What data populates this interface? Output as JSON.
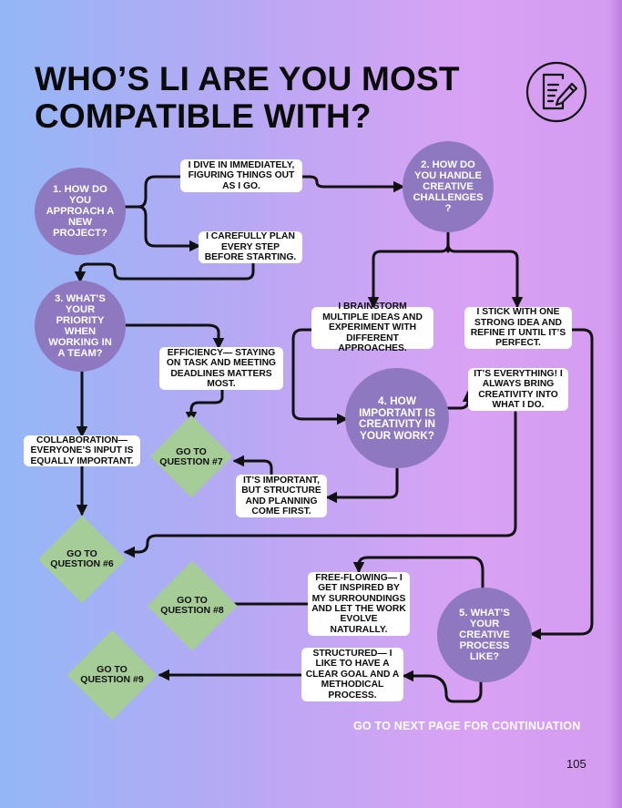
{
  "title": {
    "line1": "WHO’S LI ARE YOU MOST",
    "line2": "COMPATIBLE WITH?"
  },
  "icon": "document-pen-icon",
  "questions": {
    "q1": "1. HOW DO YOU APPROACH A NEW PROJECT?",
    "q2": "2. HOW DO YOU HANDLE CREATIVE CHALLENGES ?",
    "q3": "3. WHAT’S YOUR PRIORITY WHEN WORKING IN A TEAM?",
    "q4": "4. HOW IMPORTANT IS CREATIVITY IN YOUR WORK?",
    "q5": "5. WHAT’S YOUR CREATIVE PROCESS LIKE?"
  },
  "answers": {
    "a1a": "I DIVE IN IMMEDIATELY, FIGURING THINGS OUT AS I GO.",
    "a1b": "I CAREFULLY PLAN EVERY STEP BEFORE STARTING.",
    "a2a": "I BRAINSTORM MULTIPLE IDEAS AND EXPERIMENT WITH DIFFERENT APPROACHES.",
    "a2b": "I STICK WITH ONE STRONG IDEA AND REFINE IT UNTIL IT’S PERFECT.",
    "a3a": "EFFICIENCY— STAYING ON TASK AND MEETING DEADLINES MATTERS MOST.",
    "a3b": "COLLABORATION— EVERYONE’S INPUT IS EQUALLY IMPORTANT.",
    "a4a": "IT’S EVERYTHING! I ALWAYS BRING CREATIVITY INTO WHAT I DO.",
    "a4b": "IT’S IMPORTANT, BUT STRUCTURE AND PLANNING COME FIRST.",
    "a5a": "FREE-FLOWING— I GET INSPIRED BY MY SURROUNDINGS AND LET THE WORK EVOLVE NATURALLY.",
    "a5b": "STRUCTURED— I LIKE TO HAVE A CLEAR GOAL AND A METHODICAL PROCESS."
  },
  "gotos": {
    "q7": "GO TO QUESTION #7",
    "q6": "GO TO QUESTION #6",
    "q8": "GO TO QUESTION #8",
    "q9": "GO TO QUESTION #9"
  },
  "footer": {
    "cta": "GO TO NEXT PAGE FOR CONTINUATION",
    "page_number": "105"
  },
  "colors": {
    "circle": "#8e78bf",
    "diamond": "#a6cc98",
    "line": "#111111",
    "box": "#ffffff"
  }
}
